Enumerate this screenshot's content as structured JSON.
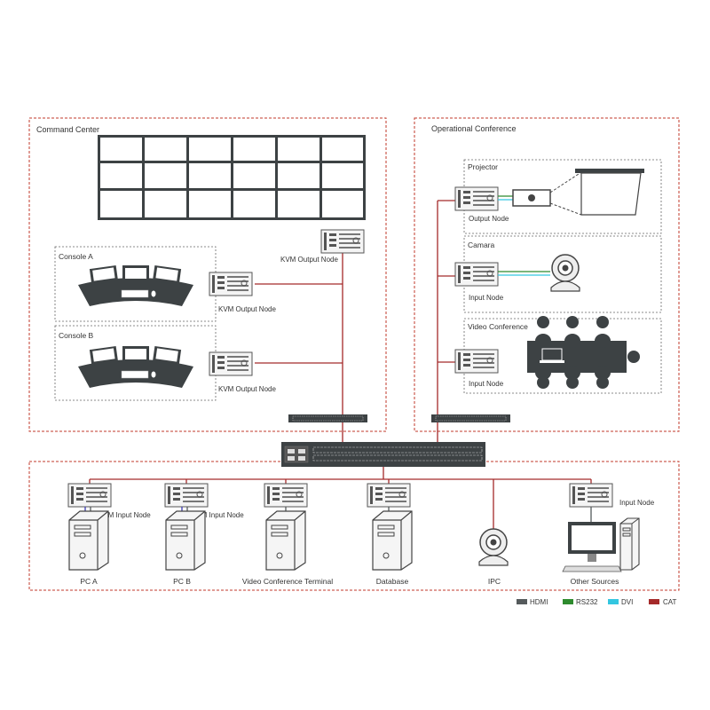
{
  "zones": {
    "command_center": "Command Center",
    "operational_conference": "Operational Conference"
  },
  "subareas": {
    "console_a": "Console A",
    "console_b": "Console B",
    "projector": "Projector",
    "camera": "Camara",
    "video_conference": "Video Conference"
  },
  "node_labels": {
    "kvm_output_wall": "KVM Output Node",
    "kvm_output_a": "KVM Output Node",
    "kvm_output_b": "KVM Output Node",
    "output_node_projector": "Output Node",
    "input_node_camera": "Input Node",
    "input_node_vc": "Input Node",
    "kvm_input_pc_a": "KVM Input Node",
    "kvm_input_pc_b": "KVM Input Node",
    "input_node_other": "Input Node"
  },
  "sources": [
    "PC  A",
    "PC B",
    "Video Conference Terminal",
    "Database",
    "IPC",
    "Other Sources"
  ],
  "legend": [
    {
      "label": "HDMI",
      "color": "#555a5c"
    },
    {
      "label": "RS232",
      "color": "#2e8b2e"
    },
    {
      "label": "DVI",
      "color": "#33c6e0"
    },
    {
      "label": "CAT",
      "color": "#a52a2a"
    }
  ],
  "colors": {
    "cat": "#a52a2a",
    "dashed_zone": "#c0392b",
    "device_dark": "#3d4244"
  }
}
